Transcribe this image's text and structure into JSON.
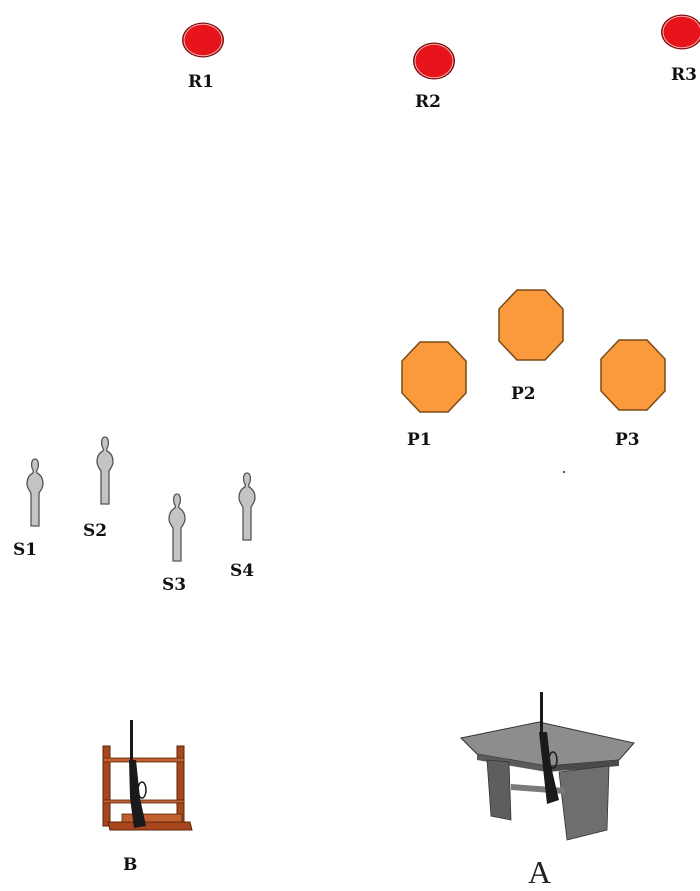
{
  "colors": {
    "round_target": "#e8141b",
    "round_target_edge": "#7a0a0a",
    "plate": "#fa9a3d",
    "plate_edge": "#7a4a14",
    "silhouette": "#c4c4c4",
    "silhouette_edge": "#555555",
    "rack_wood": "#a8461e",
    "table_top": "#8d8d8d",
    "rifle": "#1a1a1a"
  },
  "round_targets": [
    {
      "label": "R1",
      "icon": "round-target-icon"
    },
    {
      "label": "R2",
      "icon": "round-target-icon"
    },
    {
      "label": "R3",
      "icon": "round-target-icon"
    }
  ],
  "plates": [
    {
      "label": "P1",
      "icon": "octagon-plate-icon"
    },
    {
      "label": "P2",
      "icon": "octagon-plate-icon"
    },
    {
      "label": "P3",
      "icon": "octagon-plate-icon"
    }
  ],
  "silhouettes": [
    {
      "label": "S1",
      "icon": "silhouette-target-icon"
    },
    {
      "label": "S2",
      "icon": "silhouette-target-icon"
    },
    {
      "label": "S3",
      "icon": "silhouette-target-icon"
    },
    {
      "label": "S4",
      "icon": "silhouette-target-icon"
    }
  ],
  "stations": {
    "rack": {
      "label": "B",
      "icon": "rifle-rack-icon"
    },
    "table": {
      "label": "A",
      "icon": "shooting-table-icon"
    }
  }
}
